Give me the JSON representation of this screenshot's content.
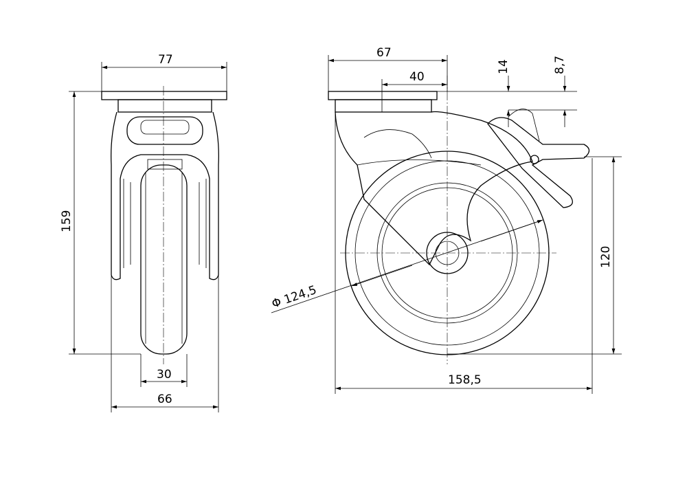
{
  "title": "Swivel castor with brake - technical drawing",
  "front_view": {
    "top_plate_width": "77",
    "total_height": "159",
    "wheel_width": "30",
    "frame_width": "66"
  },
  "side_view": {
    "plate_length": "67",
    "offset": "40",
    "brake_height": "14",
    "brake_offset": "8,7",
    "brake_pedal_height": "120",
    "wheel_diameter": "Φ 124,5",
    "total_length": "158,5"
  }
}
